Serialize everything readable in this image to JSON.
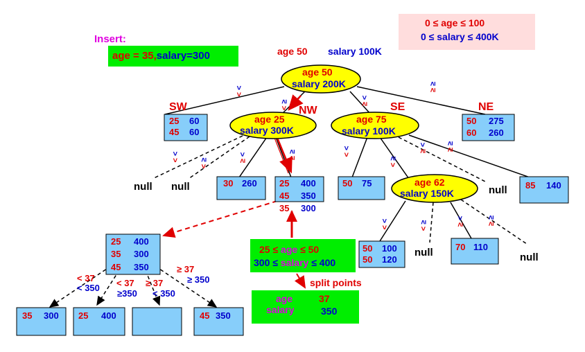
{
  "colors": {
    "age": "#e00000",
    "salary": "#0000cc",
    "accent": "#e000e0",
    "node_fill": "#ffff00",
    "leaf_fill": "#87cefa",
    "green_box": "#00ee00",
    "range_box": "#ffdddd"
  },
  "insert": {
    "title": "Insert:",
    "age_part": "age = 35,",
    "salary_part": "salary=300"
  },
  "range": {
    "age_line": "0 ≤ age ≤ 100",
    "salary_line": "0 ≤ salary ≤ 400K"
  },
  "legend": {
    "age": "age 50",
    "salary": "salary 100K"
  },
  "nodes": {
    "root": {
      "age": "age 50",
      "salary": "salary 200K"
    },
    "nw": {
      "age": "age 25",
      "salary": "salary 300K"
    },
    "se": {
      "age": "age 75",
      "salary": "salary 100K"
    },
    "se_child": {
      "age": "age 62",
      "salary": "salary 150K"
    }
  },
  "quadrants": {
    "sw": "SW",
    "nw": "NW",
    "se": "SE",
    "ne": "NE"
  },
  "leaves": {
    "sw": {
      "r1a": "25",
      "r1s": "60",
      "r2a": "45",
      "r2s": "60"
    },
    "ne": {
      "r1a": "50",
      "r1s": "275",
      "r2a": "60",
      "r2s": "260"
    },
    "nw_se": {
      "a": "30",
      "s": "260"
    },
    "nw_ne": {
      "r1a": "25",
      "r1s": "400",
      "r2a": "45",
      "r2s": "350",
      "r3a": "35",
      "r3s": "300"
    },
    "se_nw": {
      "a": "50",
      "s": "75"
    },
    "se_ne": {
      "a": "85",
      "s": "140"
    },
    "s62_sw": {
      "r1a": "50",
      "r1s": "100",
      "r2a": "50",
      "r2s": "120"
    },
    "s62_se": {
      "a": "70",
      "s": "110"
    },
    "big": {
      "r1a": "25",
      "r1s": "400",
      "r2a": "35",
      "r2s": "300",
      "r3a": "45",
      "r3s": "350"
    },
    "b1": {
      "a": "35",
      "s": "300"
    },
    "b2": {
      "a": "25",
      "s": "400"
    },
    "b4": {
      "a": "45",
      "s": "350"
    }
  },
  "nulls": {
    "n1": "null",
    "n2": "null",
    "n3": "null",
    "n4": "null",
    "n5": "null"
  },
  "edge_labels": {
    "lt": "<",
    "ge": "≥",
    "root_sw_a": "<",
    "root_sw_s": "<",
    "root_nw_a": "<",
    "root_nw_s": "≥",
    "root_se_a": "≥",
    "root_se_s": "<",
    "root_ne_a": "≥",
    "root_ne_s": "≥"
  },
  "split_box": {
    "age_lo": "25 ≤",
    "age_word": "age",
    "age_hi": "≤ 50",
    "sal_lo": "300 ≤",
    "sal_word": "salary",
    "sal_hi": "≤ 400"
  },
  "split_points": {
    "label": "split points",
    "age_word": "age",
    "age_val": "37",
    "salary_word": "salary",
    "salary_val": "350"
  },
  "bottom_labels": {
    "c1_age": "< 37",
    "c1_sal": "< 350",
    "c2_age": "< 37",
    "c2_sal": "≥350",
    "c3_age": "≥ 37",
    "c3_sal": "< 350",
    "c4_age": "≥ 37",
    "c4_sal": "≥ 350"
  }
}
